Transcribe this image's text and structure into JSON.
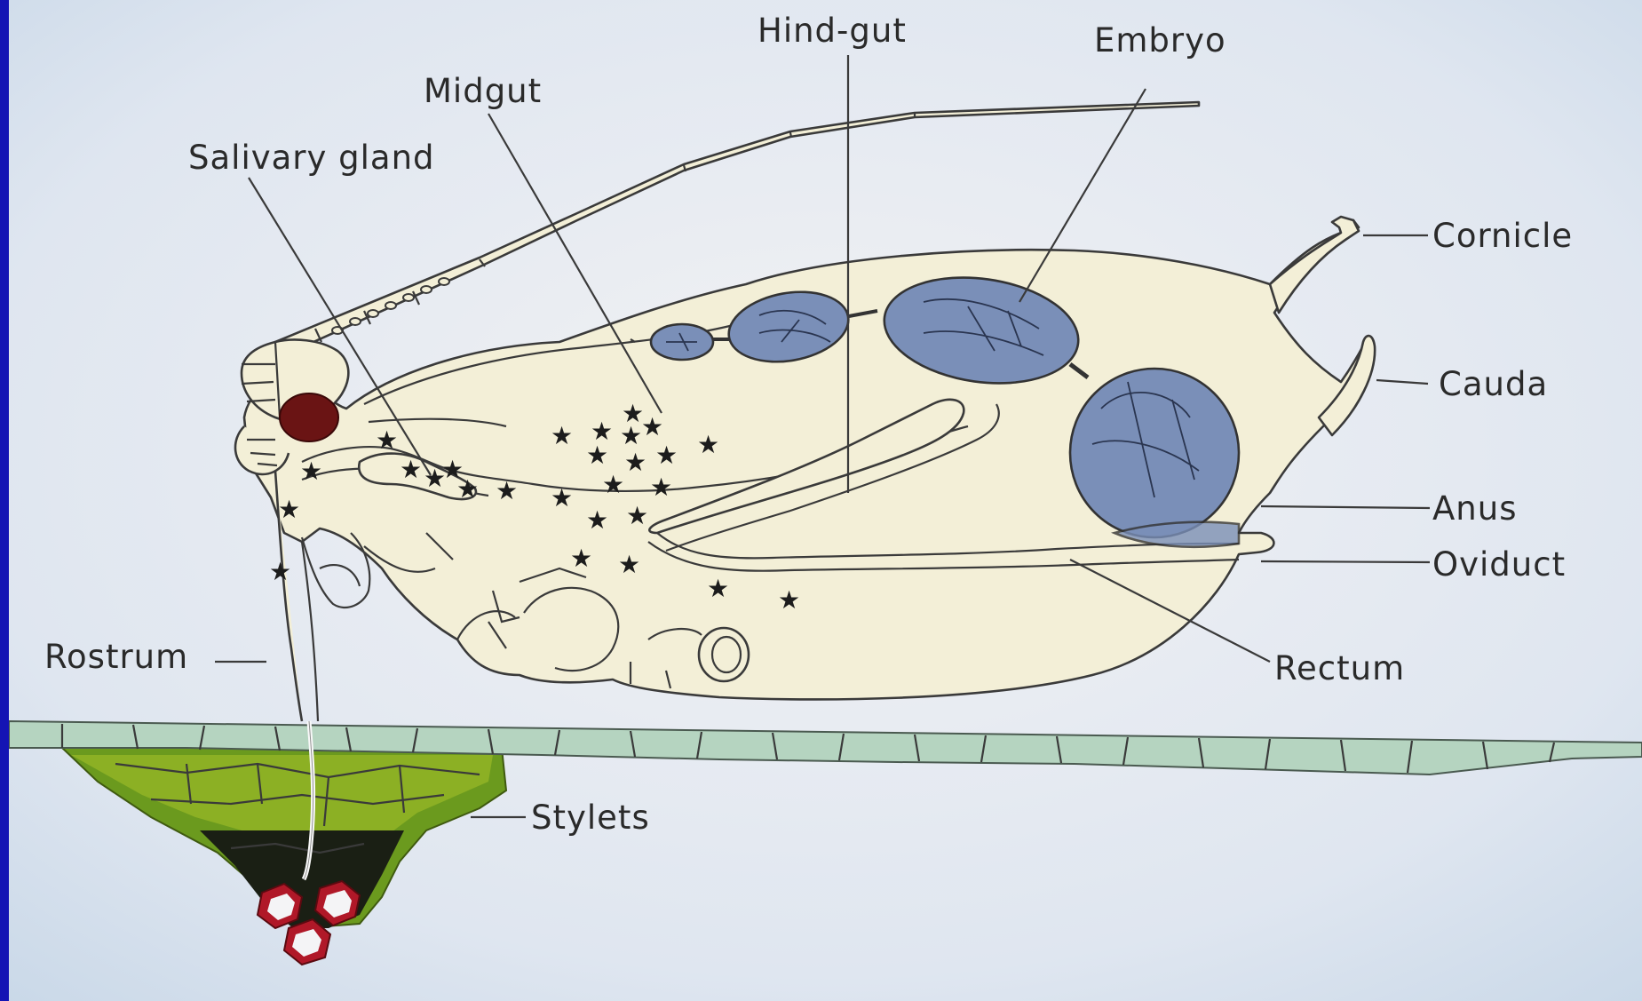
{
  "labels": {
    "hind_gut": "Hind-gut",
    "embryo": "Embryo",
    "midgut": "Midgut",
    "salivary_gland": "Salivary gland",
    "cornicle": "Cornicle",
    "cauda": "Cauda",
    "anus": "Anus",
    "oviduct": "Oviduct",
    "rostrum": "Rostrum",
    "rectum": "Rectum",
    "stylets": "Stylets"
  },
  "colors": {
    "frame": "#1414b4",
    "background": "#d8e4ef",
    "body": "#f3efd7",
    "embryo": "#7a8fb8",
    "eye": "#6a1414",
    "epidermis": "#b5d4c0",
    "leaf_tissue": "#6b9a1e",
    "phloem_dark": "#1a1f14",
    "sieve_cell": "#b01828"
  }
}
